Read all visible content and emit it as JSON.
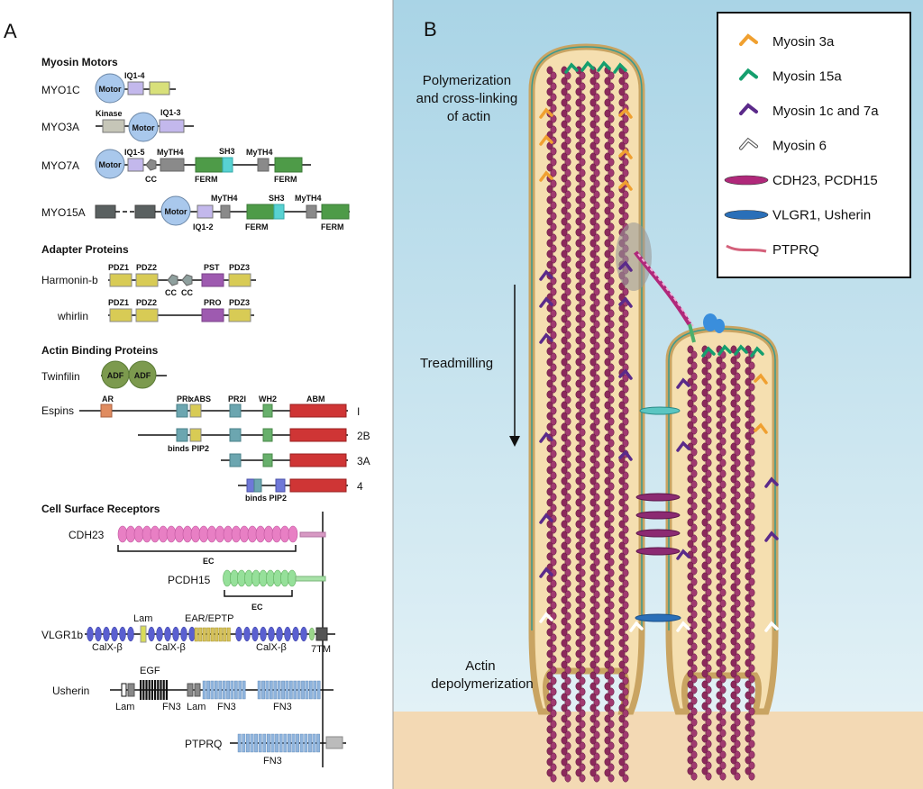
{
  "panelA": {
    "label": "A",
    "myosin_motors": {
      "heading": "Myosin Motors",
      "myo1c": {
        "name": "MYO1C",
        "motor": "Motor",
        "iq": "IQ1-4"
      },
      "myo3a": {
        "name": "MYO3A",
        "kinase": "Kinase",
        "motor": "Motor",
        "iq": "IQ1-3"
      },
      "myo7a": {
        "name": "MYO7A",
        "motor": "Motor",
        "iq": "IQ1-5",
        "cc": "CC",
        "mth4a": "MyTH4",
        "ferm1": "FERM",
        "sh3": "SH3",
        "mth4b": "MyTH4",
        "ferm2": "FERM"
      },
      "myo15a": {
        "name": "MYO15A",
        "motor": "Motor",
        "iq": "IQ1-2",
        "mth4a": "MyTH4",
        "ferm1": "FERM",
        "sh3": "SH3",
        "mth4b": "MyTH4",
        "ferm2": "FERM"
      }
    },
    "adapter_proteins": {
      "heading": "Adapter Proteins",
      "harmonin": {
        "name": "Harmonin-b",
        "pdz1": "PDZ1",
        "pdz2": "PDZ2",
        "cc1": "CC",
        "cc2": "CC",
        "pst": "PST",
        "pdz3": "PDZ3"
      },
      "whirlin": {
        "name": "whirlin",
        "pdz1": "PDZ1",
        "pdz2": "PDZ2",
        "pro": "PRO",
        "pdz3": "PDZ3"
      }
    },
    "actin_binding": {
      "heading": "Actin Binding Proteins",
      "twinfilin": {
        "name": "Twinfilin",
        "adf1": "ADF",
        "adf2": "ADF"
      },
      "espins": {
        "name": "Espins",
        "ar": "AR",
        "pri": "PRI",
        "xabs": "xABS",
        "pr2i": "PR2I",
        "wh2": "WH2",
        "abm": "ABM",
        "iso1": "I",
        "iso2": "2B",
        "iso3": "3A",
        "iso4": "4",
        "binds1": "binds PIP2",
        "binds2": "binds PIP2"
      }
    },
    "receptors": {
      "heading": "Cell Surface Receptors",
      "cdh23": {
        "name": "CDH23",
        "ec": "EC"
      },
      "pcdh15": {
        "name": "PCDH15",
        "ec": "EC"
      },
      "vlgr1b": {
        "name": "VLGR1b",
        "lam": "Lam",
        "ear": "EAR/EPTP",
        "calx1": "CalX-β",
        "calx2": "CalX-β",
        "calx3": "CalX-β",
        "tm": "7TM"
      },
      "usherin": {
        "name": "Usherin",
        "egf": "EGF",
        "lam1": "Lam",
        "fn3a": "FN3",
        "lam2": "Lam",
        "fn3b": "FN3",
        "fn3c": "FN3"
      },
      "ptprq": {
        "name": "PTPRQ",
        "fn3": "FN3"
      }
    }
  },
  "panelB": {
    "label": "B",
    "polymerization": "Polymerization\nand cross-linking\nof actin",
    "treadmilling": "Treadmilling",
    "depolymerization": "Actin\ndepolymerization",
    "legend": [
      {
        "label": "Myosin 3a",
        "color": "#f0a030",
        "icon": "myosin-3a-icon"
      },
      {
        "label": "Myosin 15a",
        "color": "#159f6e",
        "icon": "myosin-15a-icon"
      },
      {
        "label": "Myosin 1c and 7a",
        "color": "#5b2a8a",
        "icon": "myosin-1c-7a-icon"
      },
      {
        "label": "Myosin 6",
        "color": "#ffffff",
        "icon": "myosin-6-icon"
      },
      {
        "label": "CDH23, PCDH15",
        "color": "#b0287a",
        "icon": "cadherin-icon"
      },
      {
        "label": "VLGR1, Usherin",
        "color": "#2a6fb8",
        "icon": "ankle-link-icon"
      },
      {
        "label": "PTPRQ",
        "color": "#d4607a",
        "icon": "ptprq-icon"
      }
    ]
  },
  "colors": {
    "motor": "#a9c8ec",
    "iq": "#c3b8ec",
    "kinase": "#c6c6b8",
    "ferm": "#4e9b48",
    "sh3": "#58d2d2",
    "mth4": "#8a8a8a",
    "pdz": "#d8cb55",
    "pst": "#9e5ab0",
    "adf": "#7c9a4e",
    "ar": "#e08c60",
    "espin_blue": "#6ca6b0",
    "espin_green": "#68b06c",
    "abm": "#cf3535",
    "cdh23": "#e87fc4",
    "pcdh15": "#96e09a",
    "vlgr": "#5a5fd0",
    "usherin_fn3": "#8fb4dd",
    "background_b": "#c9e5ef",
    "cell": "#f3d9a8"
  }
}
